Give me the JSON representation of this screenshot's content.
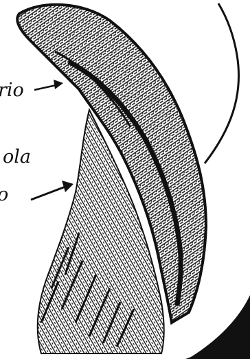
{
  "labels": {
    "upper": "rio",
    "middle": "ola",
    "lower": "o"
  },
  "colors": {
    "ink": "#111111",
    "paper": "#ffffff"
  }
}
